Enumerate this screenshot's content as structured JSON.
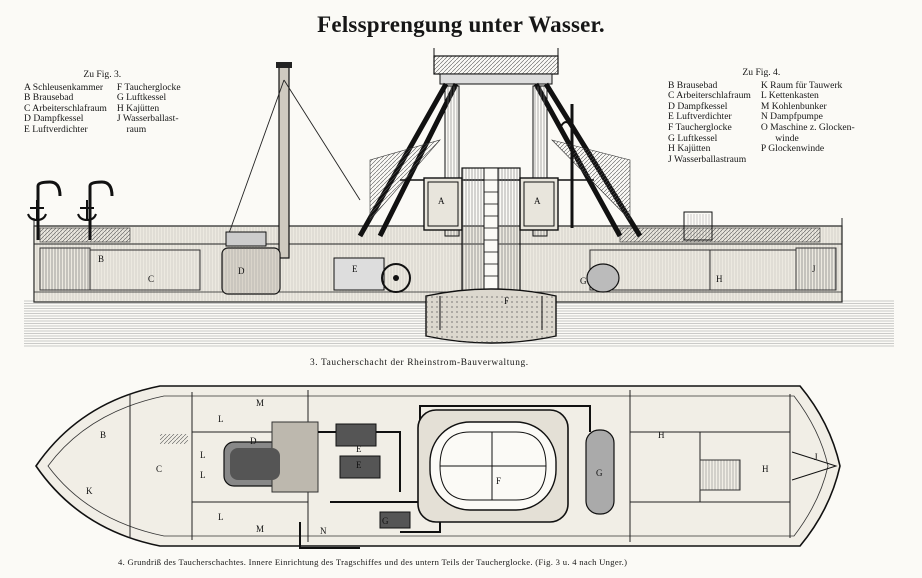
{
  "title": "Felssprengung unter Wasser.",
  "legend_fig3": {
    "heading": "Zu Fig. 3.",
    "col1": [
      "A Schleusenkammer",
      "B Brausebad",
      "C Arbeiterschlafraum",
      "D Dampfkessel",
      "E Luftverdichter"
    ],
    "col2": [
      "F Taucherglocke",
      "G Luftkessel",
      "H Kajütten",
      "J Wasserballast-",
      "    raum"
    ]
  },
  "legend_fig4": {
    "heading": "Zu Fig. 4.",
    "col1": [
      "B Brausebad",
      "C Arbeiterschlafraum",
      "D Dampfkessel",
      "E Luftverdichter",
      "F Taucherglocke",
      "G Luftkessel",
      "H Kajütten",
      "J Wasserballastraum"
    ],
    "col2": [
      "K Raum für Tauwerk",
      "L Kettenkasten",
      "M Kohlenbunker",
      "N Dampfpumpe",
      "O Maschine z. Glocken-",
      "      winde",
      "P Glockenwinde"
    ]
  },
  "fig3": {
    "caption": "3. Taucherschacht der Rheinstrom-Bauverwaltung.",
    "labels": [
      "A",
      "A",
      "B",
      "C",
      "D",
      "E",
      "F",
      "G",
      "H",
      "J"
    ]
  },
  "fig4": {
    "caption": "4. Grundriß des Taucherschachtes. Innere Einrichtung des Tragschiffes und des untern Teils der Taucherglocke. (Fig. 3 u. 4 nach Unger.)",
    "labels": [
      "B",
      "C",
      "K",
      "L",
      "L",
      "L",
      "L",
      "M",
      "M",
      "D",
      "E",
      "E",
      "F",
      "G",
      "G",
      "N",
      "H",
      "H",
      "J"
    ]
  }
}
